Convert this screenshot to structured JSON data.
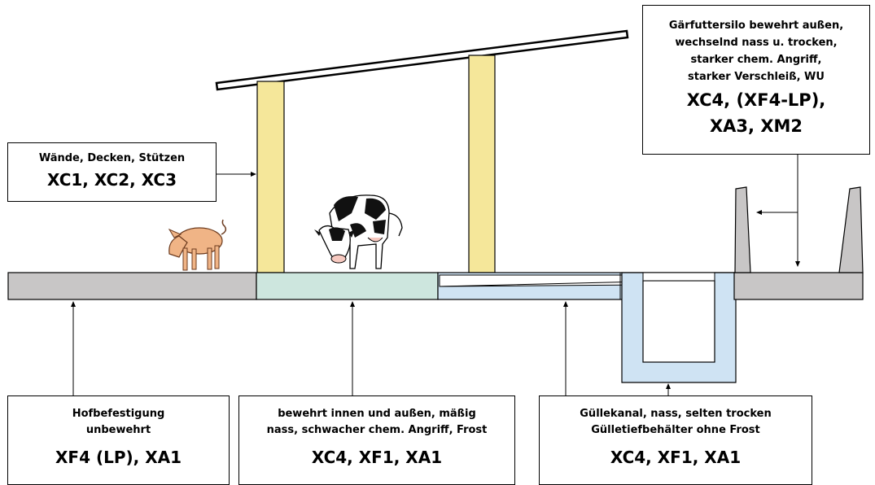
{
  "labels": {
    "silo": {
      "lines": [
        "Gärfuttersilo bewehrt außen,",
        "wechselnd nass u. trocken,",
        "starker chem. Angriff,",
        "starker Verschleiß, WU"
      ],
      "classes": [
        "XC4, (XF4-LP),",
        "XA3, XM2"
      ]
    },
    "walls": {
      "lines": [
        "Wände, Decken, Stützen"
      ],
      "classes": [
        "XC1, XC2, XC3"
      ]
    },
    "yard": {
      "lines": [
        "Hofbefestigung",
        "unbewehrt"
      ],
      "classes": [
        "XF4 (LP), XA1"
      ]
    },
    "stable": {
      "lines": [
        "bewehrt innen und außen, mäßig",
        "nass, schwacher chem. Angriff, Frost"
      ],
      "classes": [
        "XC4, XF1, XA1"
      ]
    },
    "slurry": {
      "lines": [
        "Güllekanal, nass, selten trocken",
        "Gülletiefbehälter ohne Frost"
      ],
      "classes": [
        "XC4, XF1, XA1"
      ]
    }
  },
  "colors": {
    "columns": "#f5e79a",
    "stable_floor": "#cde6de",
    "slurry": "#cfe3f3",
    "yard": "#c8c6c6",
    "outline": "#000000"
  },
  "icons": [
    "pig-icon",
    "cow-icon"
  ]
}
